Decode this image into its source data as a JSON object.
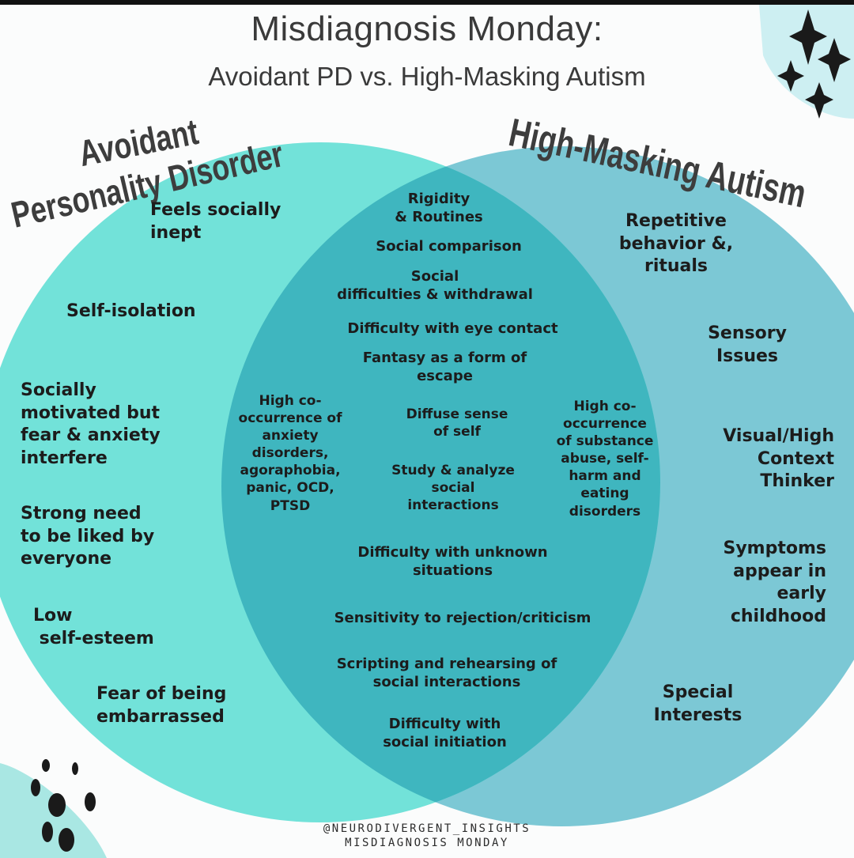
{
  "header": {
    "title": "Misdiagnosis Monday:",
    "subtitle": "Avoidant PD vs. High-Masking Autism"
  },
  "left_circle": {
    "heading_line1": "Avoidant",
    "heading_line2": "Personality Disorder",
    "color": "#72e2d9",
    "items": [
      "Feels socially\ninept",
      "Self-isolation",
      "Socially\nmotivated but\nfear & anxiety\ninterfere",
      "Strong need\nto be liked by\neveryone",
      "Low\n self-esteem",
      "Fear of being\nembarrassed"
    ]
  },
  "right_circle": {
    "heading": "High-Masking Autism",
    "color": "#7cc8d5",
    "items": [
      "Repetitive\nbehavior &,\nrituals",
      "Sensory\nIssues",
      "Visual/High\nContext\nThinker",
      "Symptoms\nappear in\nearly\nchildhood",
      "Special\nInterests"
    ]
  },
  "overlap": {
    "color": "#3fb6bf",
    "items": [
      "Rigidity\n& Routines",
      "Social comparison",
      "Social\ndifficulties & withdrawal",
      "Difficulty with eye contact",
      "Fantasy as a form of\nescape",
      "High co-\noccurrence of\nanxiety\ndisorders,\nagoraphobia,\npanic, OCD,\nPTSD",
      "Diffuse sense\nof self",
      "Study & analyze\nsocial\ninteractions",
      "High co-\noccurrence\nof substance\nabuse, self-\nharm and\neating\ndisorders",
      "Difficulty with unknown\nsituations",
      "Sensitivity to rejection/criticism",
      "Scripting and rehearsing of\nsocial interactions",
      "Difficulty with\nsocial initiation"
    ]
  },
  "footer": {
    "line1": "@NEURODIVERGENT_INSIGHTS",
    "line2": "MISDIAGNOSIS MONDAY"
  },
  "decor": {
    "sparkle_icon": "four-point-star",
    "dots_icon": "paw-dots",
    "accent_pale": "#cdeff2"
  }
}
